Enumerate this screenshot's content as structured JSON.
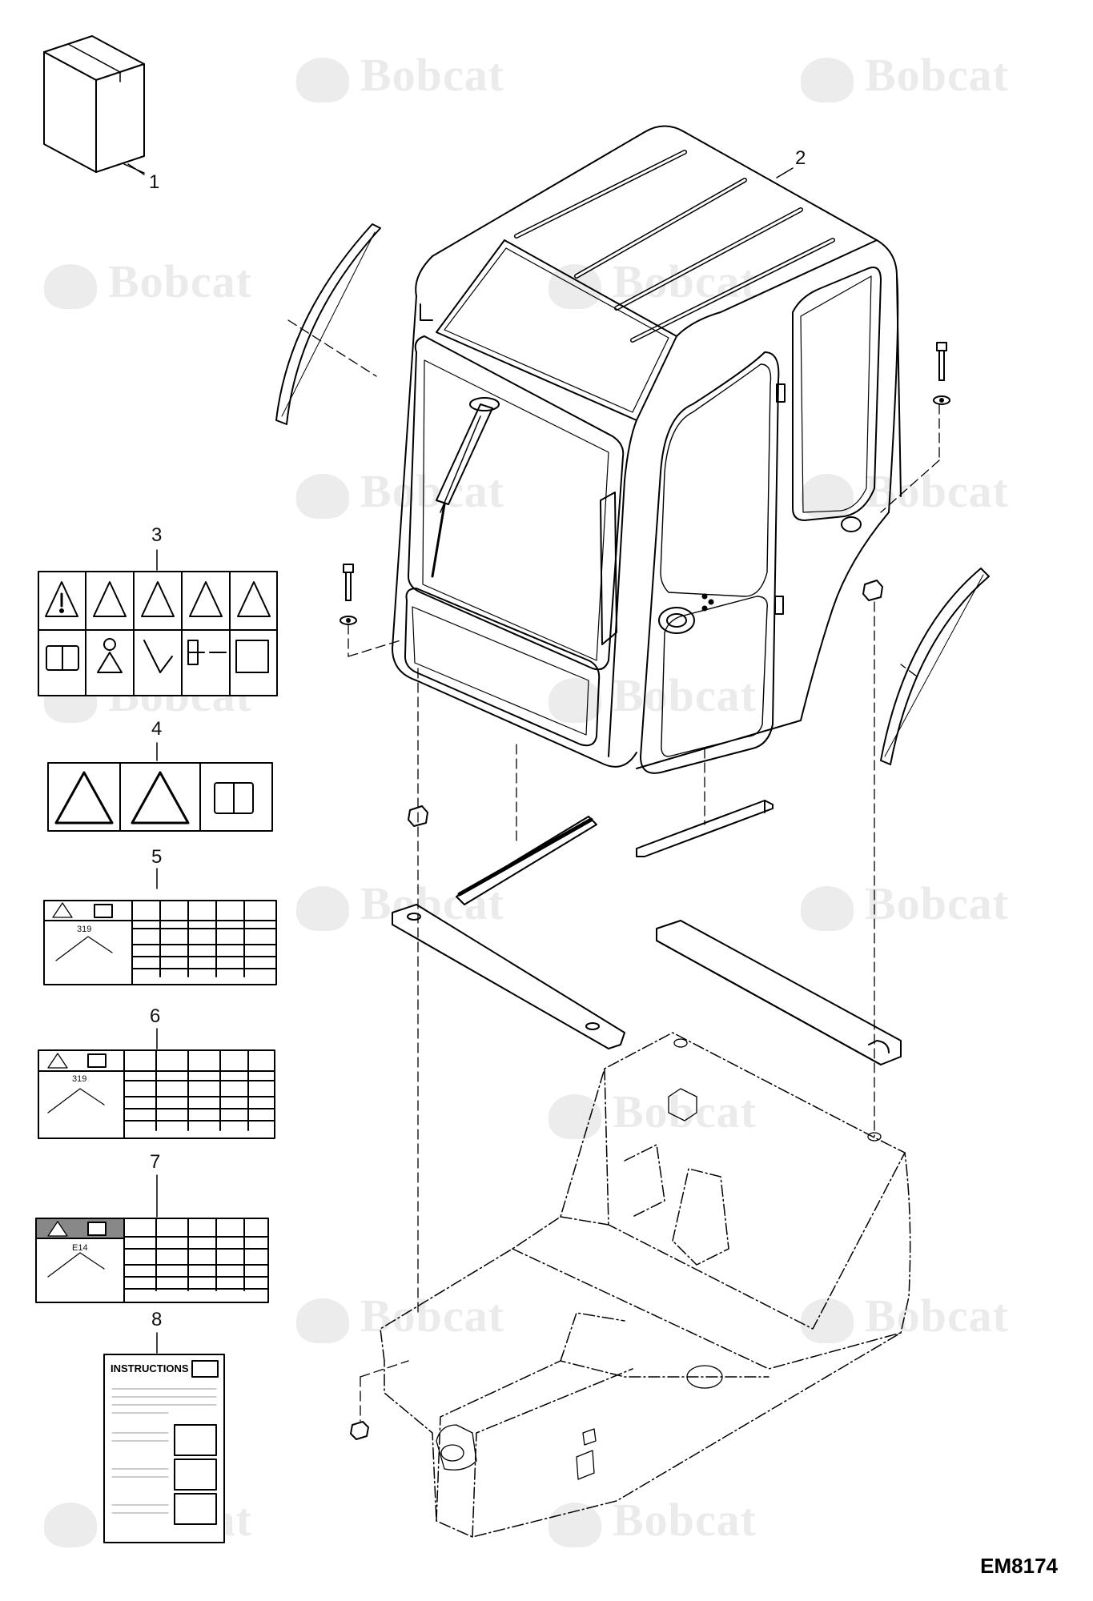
{
  "watermark": {
    "text": "Bobcat"
  },
  "callouts": [
    {
      "id": "1",
      "label": "1"
    },
    {
      "id": "2",
      "label": "2"
    },
    {
      "id": "3",
      "label": "3"
    },
    {
      "id": "4",
      "label": "4"
    },
    {
      "id": "5",
      "label": "5"
    },
    {
      "id": "6",
      "label": "6"
    },
    {
      "id": "7",
      "label": "7"
    },
    {
      "id": "8",
      "label": "8"
    }
  ],
  "decals": {
    "model_319": "319",
    "model_e14": "E14",
    "instructions_title": "INSTRUCTIONS"
  },
  "figure_code": "EM8174"
}
